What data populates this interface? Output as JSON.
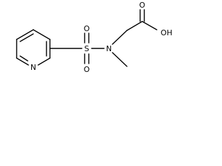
{
  "molecule": {
    "atoms": {
      "pyridine_n": "N",
      "sulfur": "S",
      "sulfonyl_o_top": "O",
      "sulfonyl_o_bottom": "O",
      "amine_n": "N",
      "carbonyl_o": "O",
      "hydroxyl": "OH"
    },
    "colors": {
      "ink": "#000000",
      "background": "#ffffff"
    }
  }
}
